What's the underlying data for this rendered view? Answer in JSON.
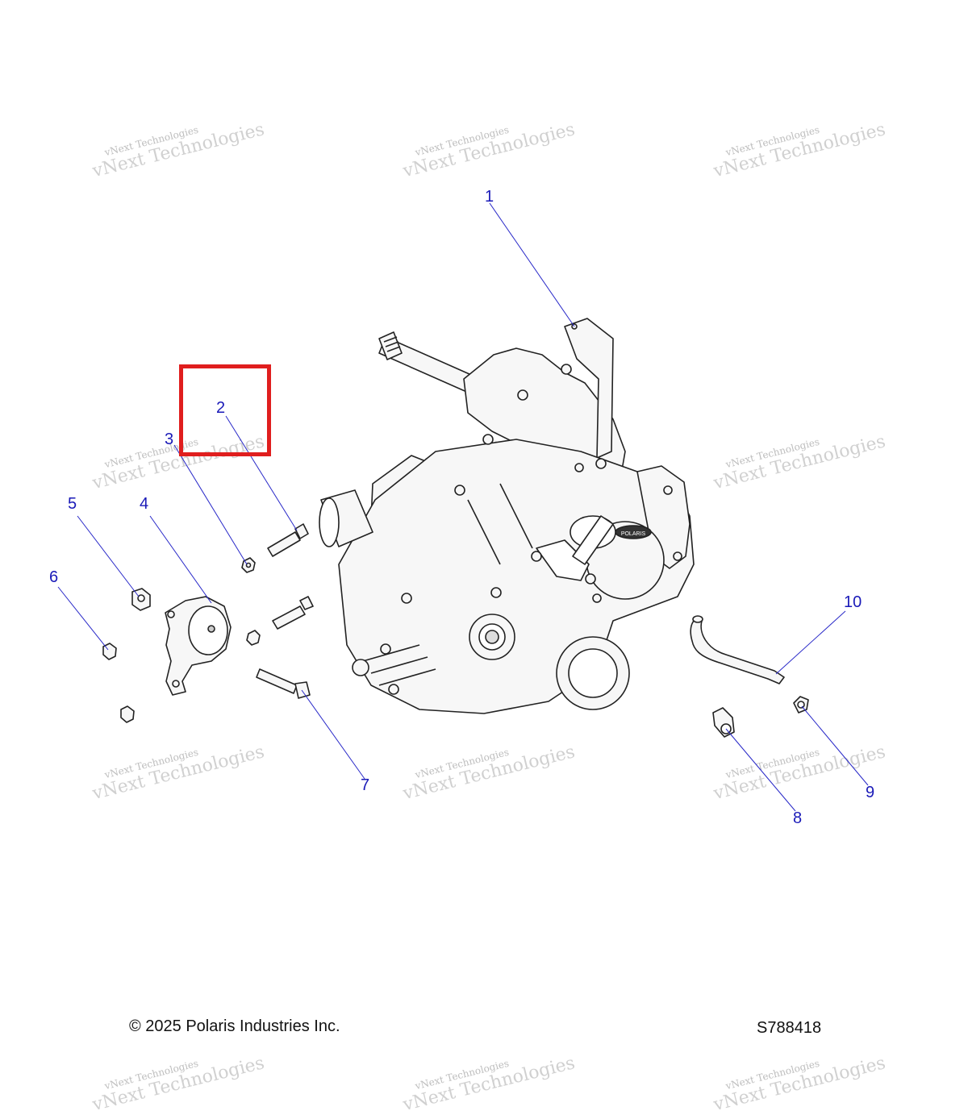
{
  "diagram": {
    "callouts": [
      {
        "id": "1",
        "label": "1"
      },
      {
        "id": "2",
        "label": "2"
      },
      {
        "id": "3",
        "label": "3"
      },
      {
        "id": "4",
        "label": "4"
      },
      {
        "id": "5",
        "label": "5"
      },
      {
        "id": "6",
        "label": "6"
      },
      {
        "id": "7",
        "label": "7"
      },
      {
        "id": "8",
        "label": "8"
      },
      {
        "id": "9",
        "label": "9"
      },
      {
        "id": "10",
        "label": "10"
      }
    ],
    "brand_label": "POLARIS",
    "highlight_color": "#e01e1e",
    "callout_color": "#1a1ab8"
  },
  "watermark": {
    "line1": "vNext Technologies",
    "line2": "vNext Technologies"
  },
  "footer": {
    "copyright": "© 2025 Polaris Industries Inc.",
    "diagram_id": "S788418"
  }
}
